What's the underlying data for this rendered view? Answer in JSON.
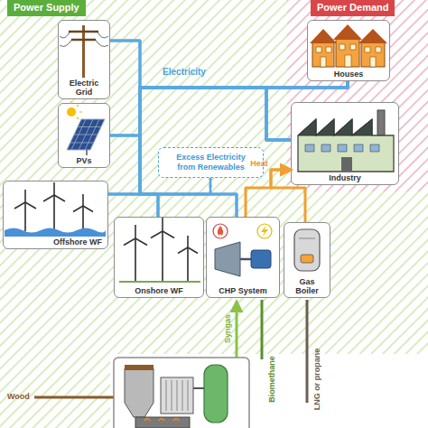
{
  "diagram": {
    "nodes": [
      {
        "text": [
          "Power Supply"
        ]
      },
      {
        "text": [
          "Electric Grid"
        ],
        "in": 0
      },
      {
        "text": [
          "PVs"
        ],
        "in": 0
      },
      {
        "text": [
          "Excess Electricity from Renewables"
        ],
        "in": 0
      },
      {
        "text": [
          "Offshore WF"
        ],
        "in": 0
      },
      {
        "text": [
          "Onshore WF"
        ],
        "in": 0
      },
      {
        "text": [
          "CHP System"
        ],
        "in": 0
      },
      {
        "text": [
          "Gas Boiler"
        ],
        "in": 0
      },
      {
        "text": [
          "Power Demand"
        ]
      },
      {
        "text": [
          "Houses"
        ],
        "in": 8
      },
      {
        "text": [
          "Industry"
        ],
        "in": 8
      }
    ],
    "edges": [
      {
        "from": 1,
        "to": 9,
        "arrow": "none",
        "label": "Electricity"
      },
      {
        "from": 1,
        "to": 10,
        "arrow": "none"
      },
      {
        "from": 2,
        "to": 9,
        "arrow": "none"
      },
      {
        "from": 2,
        "to": 10,
        "arrow": "none"
      },
      {
        "from": 4,
        "to": 9,
        "arrow": "none"
      },
      {
        "from": 4,
        "to": 10,
        "arrow": "none"
      },
      {
        "from": 5,
        "to": 9,
        "arrow": "none"
      },
      {
        "from": 5,
        "to": 10,
        "arrow": "none"
      },
      {
        "from": 6,
        "to": 9,
        "arrow": "none"
      },
      {
        "from": 6,
        "to": 10,
        "arrow": "none"
      },
      {
        "from": 2,
        "to": 3,
        "arrow": "none"
      },
      {
        "from": 4,
        "to": 3,
        "arrow": "none"
      },
      {
        "from": 5,
        "to": 3,
        "arrow": "none"
      },
      {
        "from": 6,
        "to": 10,
        "arrow": "to",
        "label": "Heat"
      },
      {
        "from": 7,
        "to": 10,
        "arrow": "to"
      }
    ],
    "labels": [
      "Syngas",
      "Biomethane",
      "LNG or propane",
      "Wood"
    ]
  }
}
